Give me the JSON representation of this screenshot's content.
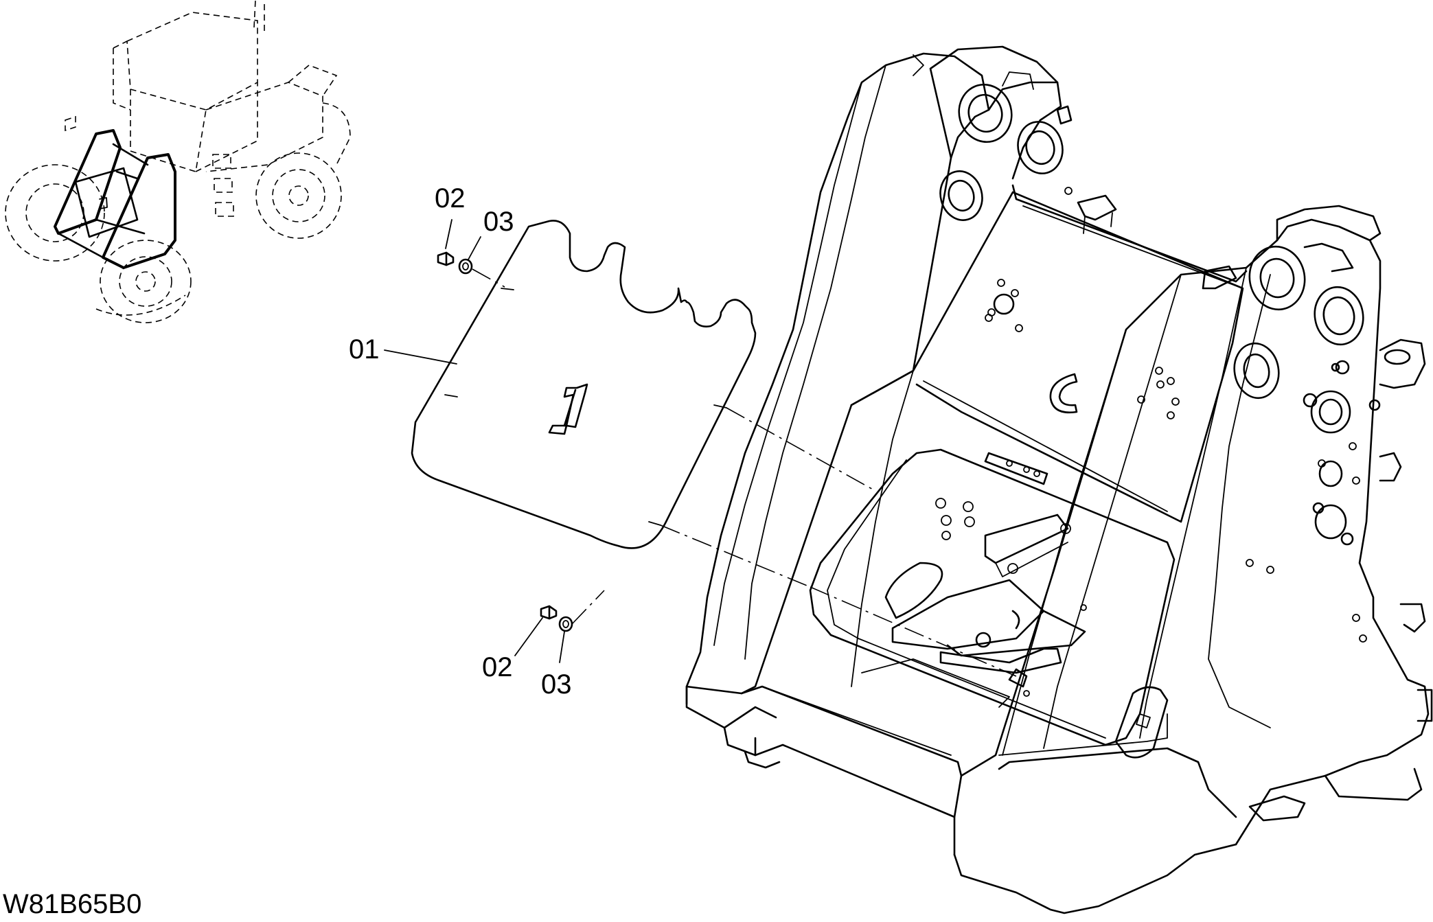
{
  "figure_code": "W81B65B0",
  "callouts": {
    "part_01": "01",
    "part_02_top": "02",
    "part_03_top": "03",
    "part_02_bottom": "02",
    "part_03_bottom": "03"
  }
}
